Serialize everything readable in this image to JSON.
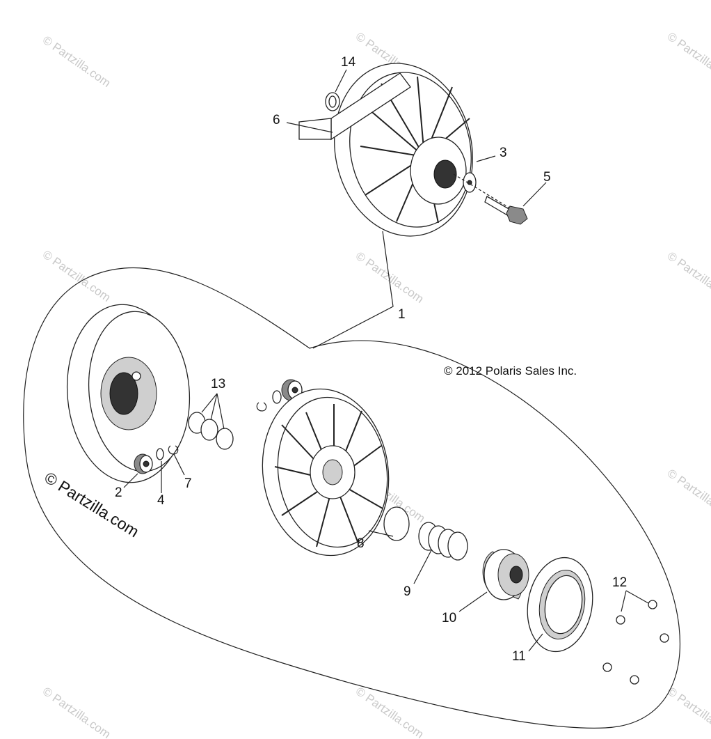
{
  "diagram": {
    "copyright": "© 2012 Polaris Sales Inc.",
    "watermark_main": "© Partzilla.com",
    "watermark_tile": "© Partzilla.com",
    "callouts": [
      {
        "id": "1",
        "label": "1"
      },
      {
        "id": "2",
        "label": "2"
      },
      {
        "id": "3",
        "label": "3"
      },
      {
        "id": "4",
        "label": "4"
      },
      {
        "id": "5",
        "label": "5"
      },
      {
        "id": "6",
        "label": "6"
      },
      {
        "id": "7",
        "label": "7"
      },
      {
        "id": "8",
        "label": "8"
      },
      {
        "id": "9",
        "label": "9"
      },
      {
        "id": "10",
        "label": "10"
      },
      {
        "id": "11",
        "label": "11"
      },
      {
        "id": "12",
        "label": "12"
      },
      {
        "id": "13",
        "label": "13"
      },
      {
        "id": "14",
        "label": "14"
      }
    ]
  }
}
